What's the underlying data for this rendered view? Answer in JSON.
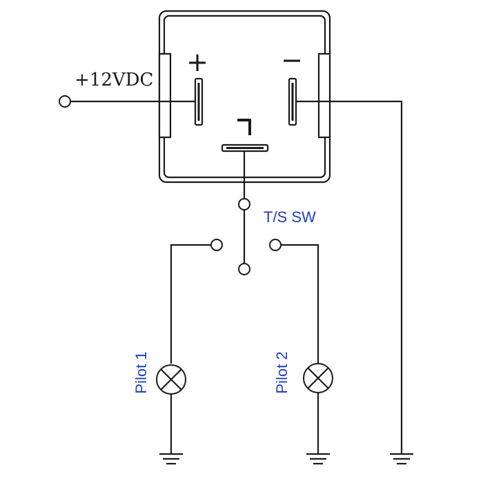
{
  "diagram": {
    "title": "",
    "supply_label": "+12VDC",
    "plus_sign": "+",
    "minus_sign": "−",
    "switch_label": "T/S SW",
    "pilot1_label": "Pilot 1",
    "pilot2_label": "Pilot 2",
    "colors": {
      "line": "#1a1a1a",
      "label_blue": "#1f3fbf",
      "background": "#ffffff"
    },
    "icons": [
      "terminal-circle",
      "lamp-x-symbol",
      "ground-symbol",
      "relay-box"
    ]
  }
}
